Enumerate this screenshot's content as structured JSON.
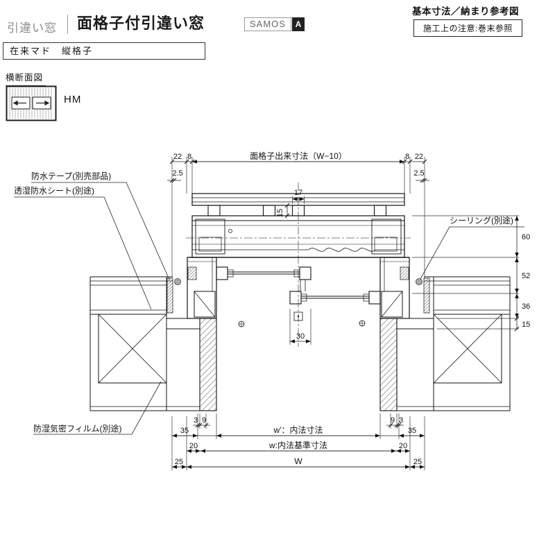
{
  "header": {
    "category": "引違い窓",
    "title": "面格子付引違い窓",
    "brand": "SAMOS",
    "brand_mark": "A",
    "ref_title": "基本寸法／納まり参考図",
    "caution": "施工上の注意:巻末参照",
    "window_type": "在来マド　縦格子"
  },
  "section_view": {
    "label": "横断面図",
    "code": "HM"
  },
  "callouts": {
    "waterproof_tape": "防水テープ(別売部品)",
    "breathable_sheet": "透湿防水シート(別途)",
    "sealing": "シーリング(別途)",
    "moisture_film": "防湿気密フィルム(別途)"
  },
  "dims": {
    "grille_width_label": "面格子出来寸法（W−10）",
    "tl_22": "22",
    "tl_8": "8",
    "tr_8": "8",
    "tr_22": "22",
    "l_2_5": "2.5",
    "r_2_5": "2.5",
    "bar_w": "17",
    "bar_h": "15",
    "v_60": "60",
    "v_52": "52",
    "v_36": "36",
    "v_15": "15",
    "gap_30": "30",
    "bl_3": "3",
    "bl_9": "9",
    "br_9": "9",
    "br_3": "3",
    "l_35": "35",
    "r_35": "35",
    "w_inner": "w′：内法寸法",
    "l_20": "20",
    "r_20": "20",
    "w_std": "w:内法基準寸法",
    "l_25": "25",
    "r_25": "25",
    "W": "W"
  }
}
